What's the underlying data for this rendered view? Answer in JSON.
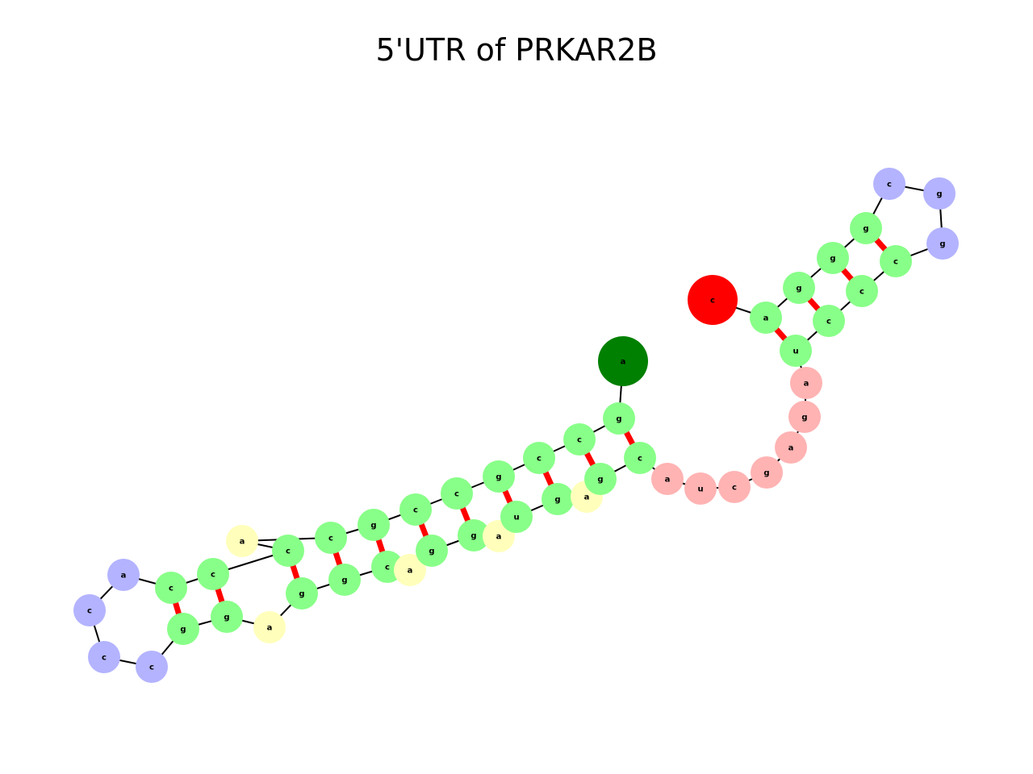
{
  "title": "5'UTR of PRKAR2B",
  "colors": {
    "stem": "#88ff88",
    "hairpin_loop": "#b3b3ff",
    "interior_loop": "#ffffbb",
    "unpaired_region": "#ffb3b3",
    "five_prime_end": "#008000",
    "three_prime_end": "#ff0000",
    "backbone": "#000000",
    "base_pair": "#ff0000"
  },
  "nucleotides": [
    {
      "id": 1,
      "base": "a",
      "type": "five_prime_end"
    },
    {
      "id": 2,
      "base": "g",
      "type": "stem"
    },
    {
      "id": 3,
      "base": "c",
      "type": "stem"
    },
    {
      "id": 4,
      "base": "c",
      "type": "stem"
    },
    {
      "id": 5,
      "base": "g",
      "type": "stem"
    },
    {
      "id": 6,
      "base": "c",
      "type": "stem"
    },
    {
      "id": 7,
      "base": "c",
      "type": "stem"
    },
    {
      "id": 8,
      "base": "g",
      "type": "stem"
    },
    {
      "id": 9,
      "base": "c",
      "type": "stem"
    },
    {
      "id": 10,
      "base": "a",
      "type": "interior_loop"
    },
    {
      "id": 11,
      "base": "c",
      "type": "stem"
    },
    {
      "id": 12,
      "base": "c",
      "type": "stem"
    },
    {
      "id": 13,
      "base": "a",
      "type": "hairpin_loop"
    },
    {
      "id": 14,
      "base": "c",
      "type": "hairpin_loop"
    },
    {
      "id": 15,
      "base": "c",
      "type": "hairpin_loop"
    },
    {
      "id": 16,
      "base": "c",
      "type": "hairpin_loop"
    },
    {
      "id": 17,
      "base": "g",
      "type": "stem"
    },
    {
      "id": 18,
      "base": "g",
      "type": "stem"
    },
    {
      "id": 19,
      "base": "a",
      "type": "interior_loop"
    },
    {
      "id": 20,
      "base": "g",
      "type": "stem"
    },
    {
      "id": 21,
      "base": "g",
      "type": "stem"
    },
    {
      "id": 22,
      "base": "c",
      "type": "stem"
    },
    {
      "id": 23,
      "base": "a",
      "type": "interior_loop"
    },
    {
      "id": 24,
      "base": "g",
      "type": "stem"
    },
    {
      "id": 25,
      "base": "g",
      "type": "stem"
    },
    {
      "id": 26,
      "base": "a",
      "type": "interior_loop"
    },
    {
      "id": 27,
      "base": "u",
      "type": "stem"
    },
    {
      "id": 28,
      "base": "g",
      "type": "stem"
    },
    {
      "id": 29,
      "base": "a",
      "type": "interior_loop"
    },
    {
      "id": 30,
      "base": "g",
      "type": "stem"
    },
    {
      "id": 31,
      "base": "c",
      "type": "stem"
    },
    {
      "id": 32,
      "base": "a",
      "type": "unpaired_region"
    },
    {
      "id": 33,
      "base": "u",
      "type": "unpaired_region"
    },
    {
      "id": 34,
      "base": "c",
      "type": "unpaired_region"
    },
    {
      "id": 35,
      "base": "g",
      "type": "unpaired_region"
    },
    {
      "id": 36,
      "base": "a",
      "type": "unpaired_region"
    },
    {
      "id": 37,
      "base": "g",
      "type": "unpaired_region"
    },
    {
      "id": 38,
      "base": "a",
      "type": "unpaired_region"
    },
    {
      "id": 39,
      "base": "u",
      "type": "stem"
    },
    {
      "id": 40,
      "base": "c",
      "type": "stem"
    },
    {
      "id": 41,
      "base": "c",
      "type": "stem"
    },
    {
      "id": 42,
      "base": "c",
      "type": "stem"
    },
    {
      "id": 43,
      "base": "g",
      "type": "hairpin_loop"
    },
    {
      "id": 44,
      "base": "g",
      "type": "hairpin_loop"
    },
    {
      "id": 45,
      "base": "c",
      "type": "hairpin_loop"
    },
    {
      "id": 46,
      "base": "g",
      "type": "stem"
    },
    {
      "id": 47,
      "base": "g",
      "type": "stem"
    },
    {
      "id": 48,
      "base": "g",
      "type": "stem"
    },
    {
      "id": 49,
      "base": "a",
      "type": "stem"
    },
    {
      "id": 50,
      "base": "c",
      "type": "three_prime_end"
    }
  ],
  "base_pairs": [
    [
      2,
      31
    ],
    [
      3,
      30
    ],
    [
      4,
      28
    ],
    [
      5,
      27
    ],
    [
      6,
      25
    ],
    [
      7,
      24
    ],
    [
      8,
      22
    ],
    [
      9,
      21
    ],
    [
      11,
      20
    ],
    [
      12,
      18
    ],
    [
      17,
      12
    ],
    [
      39,
      49
    ],
    [
      40,
      48
    ],
    [
      41,
      47
    ],
    [
      42,
      46
    ]
  ]
}
